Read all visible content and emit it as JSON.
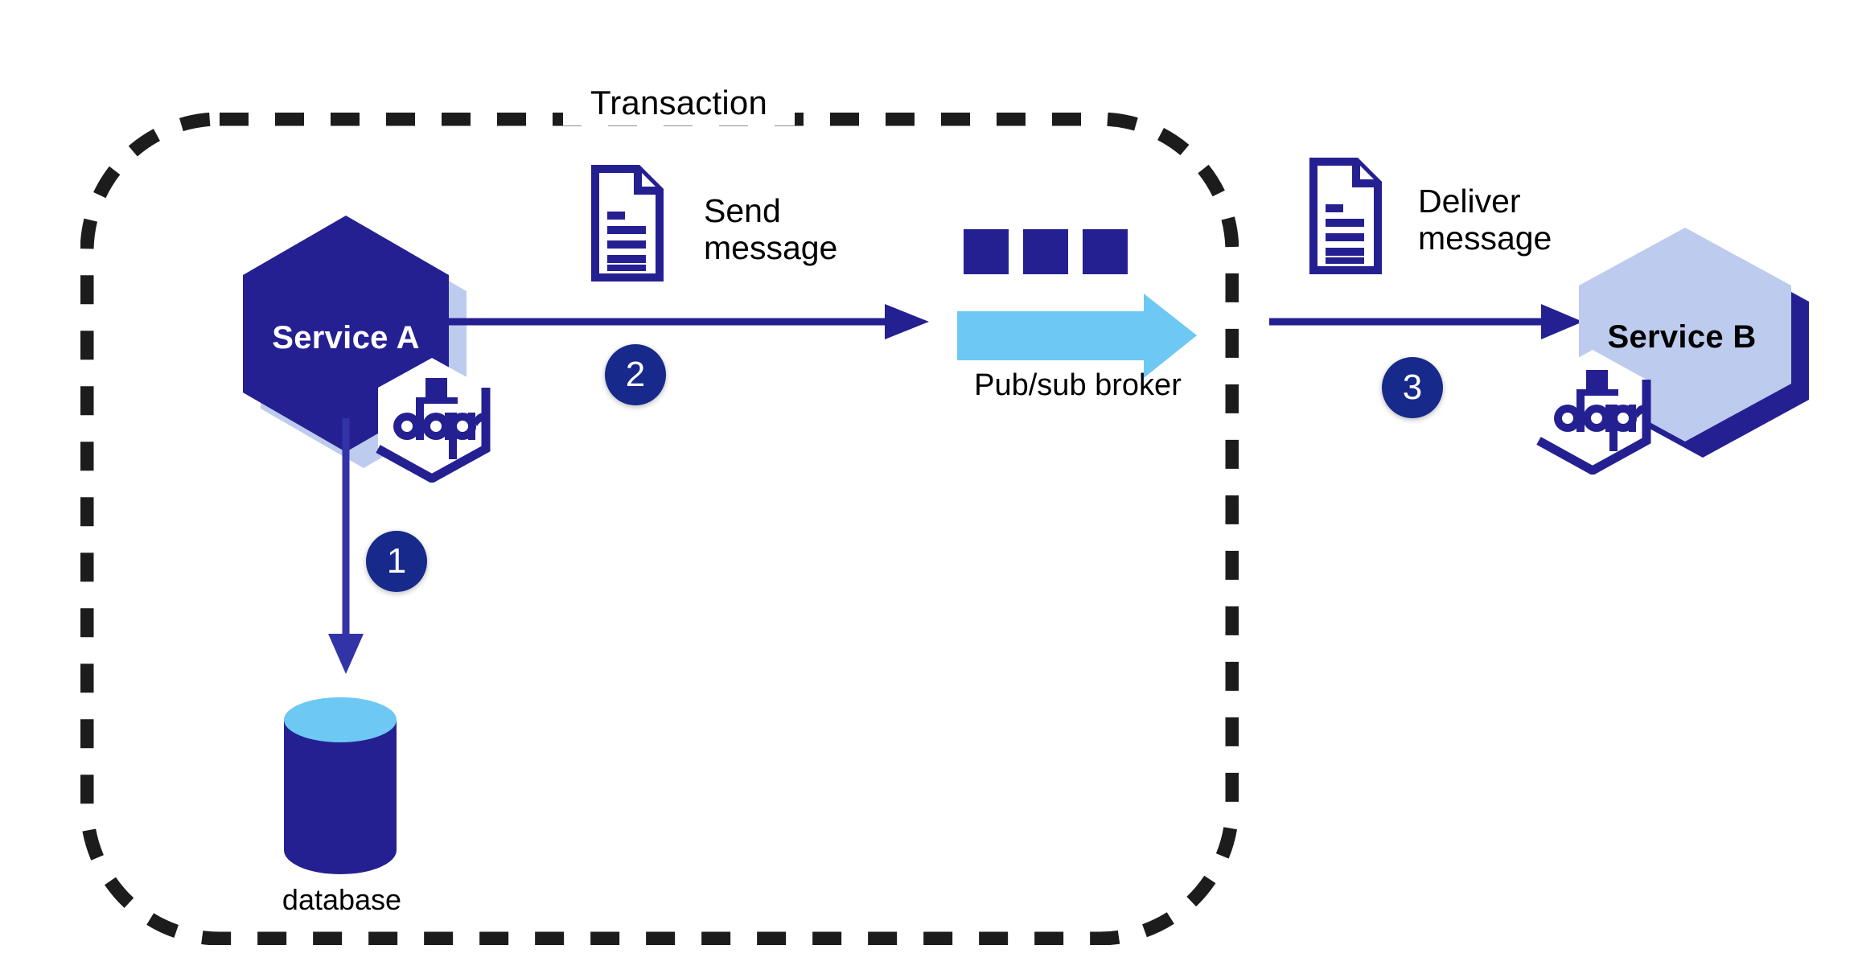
{
  "diagram": {
    "title": "Transaction",
    "boundary_label": "Transaction",
    "colors": {
      "dapr_blue": "#252091",
      "badge_blue": "#17298a",
      "light_blue": "#6dc8f3",
      "periwinkle": "#bdcbee",
      "dashed_black": "#1c1c1c",
      "white": "#ffffff",
      "text_black": "#000000"
    }
  },
  "nodes": {
    "service_a": {
      "label": "Service A",
      "fill": "#252091",
      "shadow": "#bdcbee",
      "text_color": "#ffffff",
      "dapr_text": "dapr"
    },
    "service_b": {
      "label": "Service B",
      "fill": "#bdcbee",
      "shadow": "#252091",
      "text_color": "#000000",
      "dapr_text": "dapr"
    },
    "pubsub_broker": {
      "label": "Pub/sub broker",
      "square_count": 3,
      "square_color": "#252091",
      "arrow_color": "#6dc8f3"
    },
    "database": {
      "label": "database",
      "body_color": "#252091",
      "top_color": "#6dc8f3"
    }
  },
  "messages": [
    {
      "icon": "document-icon",
      "label": "Send\nmessage",
      "color": "#252091"
    },
    {
      "icon": "document-icon",
      "label": "Deliver\nmessage",
      "color": "#252091"
    }
  ],
  "steps": [
    {
      "number": "1",
      "from": "service_a",
      "to": "database",
      "direction": "down"
    },
    {
      "number": "2",
      "from": "service_a",
      "to": "pubsub_broker",
      "direction": "right"
    },
    {
      "number": "3",
      "from": "pubsub_broker",
      "to": "service_b",
      "direction": "right"
    }
  ]
}
